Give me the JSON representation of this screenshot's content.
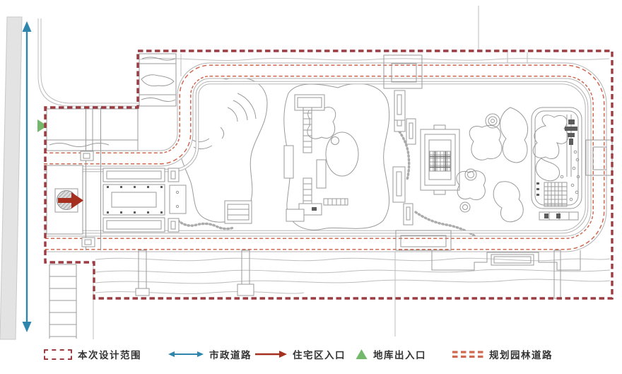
{
  "legend": {
    "items": [
      {
        "id": "design-scope",
        "label": "本次设计范围",
        "symbol": "dashed-rect-icon",
        "color": "#9c3b41"
      },
      {
        "id": "municipal-road",
        "label": "市政道路",
        "symbol": "double-arrow-icon",
        "color": "#2e86ad"
      },
      {
        "id": "residential-entry",
        "label": "住宅区入口",
        "symbol": "right-arrow-icon",
        "color": "#a5301f"
      },
      {
        "id": "garage-exit",
        "label": "地库出入口",
        "symbol": "triangle-up-icon",
        "color": "#74b96b"
      },
      {
        "id": "planned-garden-road",
        "label": "规划园林道路",
        "symbol": "double-dash-line-icon",
        "color": "#cf6a52"
      }
    ]
  },
  "colors": {
    "boundary": "#9c3b41",
    "garden_road": "#cf6a52",
    "municipal": "#2e86ad",
    "entrance": "#a5301f",
    "garage": "#74b96b",
    "line": "#9a9a9a",
    "line_light": "#bdbdbd",
    "road_fill": "#e3e3e3",
    "text": "#333333",
    "bg": "#ffffff"
  }
}
